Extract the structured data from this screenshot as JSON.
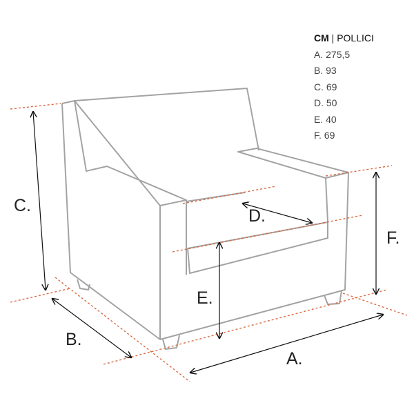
{
  "units": {
    "cm": "CM",
    "separator": "|",
    "inches": "POLLICI"
  },
  "dimensions": [
    {
      "label": "A.",
      "value": "275,5"
    },
    {
      "label": "B.",
      "value": "93"
    },
    {
      "label": "C.",
      "value": "69"
    },
    {
      "label": "D.",
      "value": "50"
    },
    {
      "label": "E.",
      "value": "40"
    },
    {
      "label": "F.",
      "value": "69"
    }
  ],
  "colors": {
    "dimension_line": "#d9693f",
    "outline": "#a3a3a3",
    "arrow": "#111111"
  }
}
